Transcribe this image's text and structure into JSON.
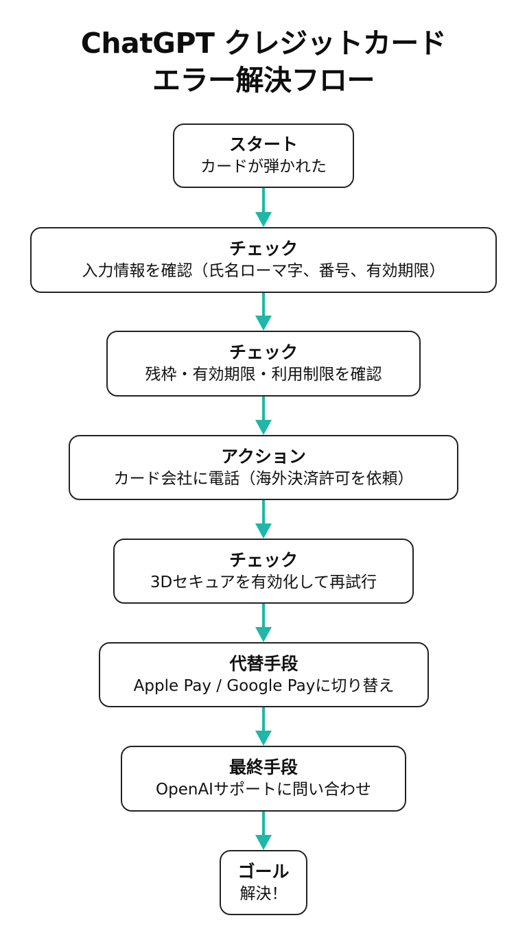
{
  "title": {
    "line1": "ChatGPT クレジットカード",
    "line2": "エラー解決フロー"
  },
  "colors": {
    "arrow": "#1fb7a6",
    "border": "#222222",
    "text": "#111111",
    "background": "#ffffff"
  },
  "nodes": [
    {
      "type": "start",
      "head": "スタート",
      "body": "カードが弾かれた"
    },
    {
      "type": "check",
      "head": "チェック",
      "body": "入力情報を確認（氏名ローマ字、番号、有効期限）"
    },
    {
      "type": "check",
      "head": "チェック",
      "body": "残枠・有効期限・利用制限を確認"
    },
    {
      "type": "action",
      "head": "アクション",
      "body": "カード会社に電話（海外決済許可を依頼）"
    },
    {
      "type": "check",
      "head": "チェック",
      "body": "3Dセキュアを有効化して再試行"
    },
    {
      "type": "alternative",
      "head": "代替手段",
      "body": "Apple Pay / Google Payに切り替え"
    },
    {
      "type": "last-resort",
      "head": "最終手段",
      "body": "OpenAIサポートに問い合わせ"
    },
    {
      "type": "goal",
      "head": "ゴール",
      "body": "解決！"
    }
  ],
  "edges": [
    {
      "from": 0,
      "to": 1
    },
    {
      "from": 1,
      "to": 2
    },
    {
      "from": 2,
      "to": 3
    },
    {
      "from": 3,
      "to": 4
    },
    {
      "from": 4,
      "to": 5
    },
    {
      "from": 5,
      "to": 6
    },
    {
      "from": 6,
      "to": 7
    }
  ]
}
